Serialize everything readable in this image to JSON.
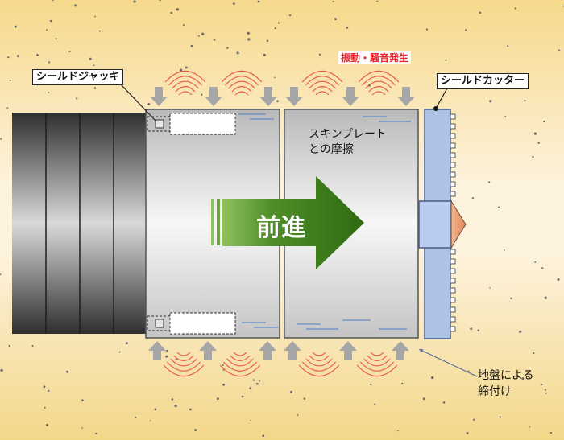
{
  "labels": {
    "shield_jack": "シールドジャッキ",
    "shield_cutter": "シールドカッター",
    "vibration_noise": "振動・騒音発生",
    "skin_plate_friction_line1": "スキンプレート",
    "skin_plate_friction_line2": "との摩擦",
    "advance": "前進",
    "ground_tightening_line1": "地盤による",
    "ground_tightening_line2": "締付け"
  },
  "colors": {
    "soil_top": "#f7dd8f",
    "soil_bottom": "#f3d98a",
    "soil_light": "#fdf3dc",
    "segment_dark": "#3a3a3a",
    "shield_body": "#e2e2e2",
    "cutter_blue": "#aec2e6",
    "advance_green": "#3f7f1c",
    "pressure_arrow": "#a6a6a6",
    "wave_red": "#e8574f",
    "friction_line_blue": "#4d7cc9"
  }
}
